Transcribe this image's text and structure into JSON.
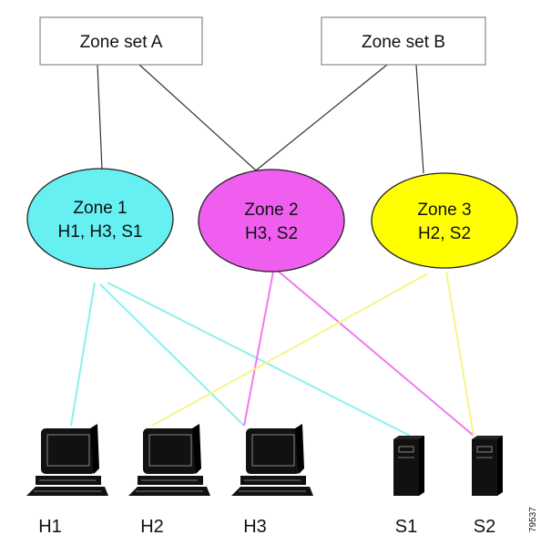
{
  "zone_sets": [
    {
      "id": "A",
      "label": "Zone set A",
      "zones": [
        "1",
        "2"
      ]
    },
    {
      "id": "B",
      "label": "Zone set B",
      "zones": [
        "2",
        "3"
      ]
    }
  ],
  "zones": [
    {
      "id": "1",
      "title": "Zone 1",
      "members": "H1, H3, S1",
      "color": "#66f0f2",
      "link_color": "#8af0ee"
    },
    {
      "id": "2",
      "title": "Zone 2",
      "members": "H3, S2",
      "color": "#f05ef0",
      "link_color": "#f078f0"
    },
    {
      "id": "3",
      "title": "Zone 3",
      "members": "H2, S2",
      "color": "#ffff00",
      "link_color": "#f8f488"
    }
  ],
  "devices": [
    {
      "id": "H1",
      "label": "H1",
      "type": "host"
    },
    {
      "id": "H2",
      "label": "H2",
      "type": "host"
    },
    {
      "id": "H3",
      "label": "H3",
      "type": "host"
    },
    {
      "id": "S1",
      "label": "S1",
      "type": "storage"
    },
    {
      "id": "S2",
      "label": "S2",
      "type": "storage"
    }
  ],
  "links": [
    {
      "zone": "1",
      "device": "H1"
    },
    {
      "zone": "1",
      "device": "H3"
    },
    {
      "zone": "1",
      "device": "S1"
    },
    {
      "zone": "2",
      "device": "H3"
    },
    {
      "zone": "2",
      "device": "S2"
    },
    {
      "zone": "3",
      "device": "H2"
    },
    {
      "zone": "3",
      "device": "S2"
    }
  ],
  "figure_id": "79537"
}
